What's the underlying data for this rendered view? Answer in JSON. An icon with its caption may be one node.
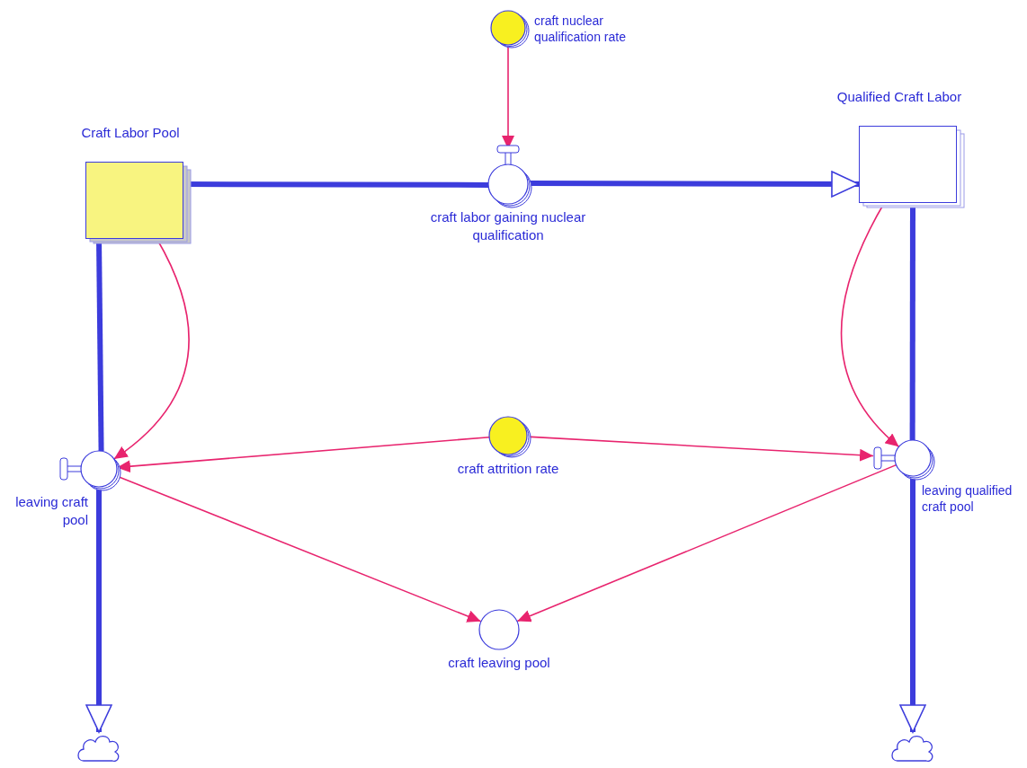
{
  "diagram": {
    "nodes": [
      {
        "text": [
          "Craft Labor Pool"
        ]
      },
      {
        "text": [
          "Qualified Craft Labor"
        ]
      },
      {
        "text": [
          "craft nuclear qualification rate"
        ]
      },
      {
        "text": [
          "craft labor gaining nuclear qualification"
        ]
      },
      {
        "text": [
          "craft attrition rate"
        ]
      },
      {
        "text": [
          "leaving craft pool"
        ]
      },
      {
        "text": [
          "leaving qualified craft pool"
        ]
      },
      {
        "text": [
          "craft leaving pool"
        ]
      },
      {
        "text": [],
        "shape": "cloud"
      },
      {
        "text": [],
        "shape": "cloud"
      }
    ],
    "edges": [
      {
        "from": 0,
        "to": 3,
        "arrow": "none",
        "style": "thick",
        "color": "#3c3cdc"
      },
      {
        "from": 3,
        "to": 1,
        "arrow": "to",
        "style": "thick",
        "color": "#3c3cdc"
      },
      {
        "from": 0,
        "to": 5,
        "arrow": "none",
        "style": "thick",
        "color": "#3c3cdc"
      },
      {
        "from": 5,
        "to": 8,
        "arrow": "to",
        "style": "thick",
        "color": "#3c3cdc"
      },
      {
        "from": 1,
        "to": 6,
        "arrow": "none",
        "style": "thick",
        "color": "#3c3cdc"
      },
      {
        "from": 6,
        "to": 9,
        "arrow": "to",
        "style": "thick",
        "color": "#3c3cdc"
      },
      {
        "from": 2,
        "to": 3,
        "arrow": "to"
      },
      {
        "from": 0,
        "to": 5,
        "arrow": "to"
      },
      {
        "from": 1,
        "to": 6,
        "arrow": "to"
      },
      {
        "from": 4,
        "to": 5,
        "arrow": "to"
      },
      {
        "from": 4,
        "to": 6,
        "arrow": "to"
      },
      {
        "from": 5,
        "to": 7,
        "arrow": "to"
      },
      {
        "from": 6,
        "to": 7,
        "arrow": "to"
      }
    ]
  }
}
